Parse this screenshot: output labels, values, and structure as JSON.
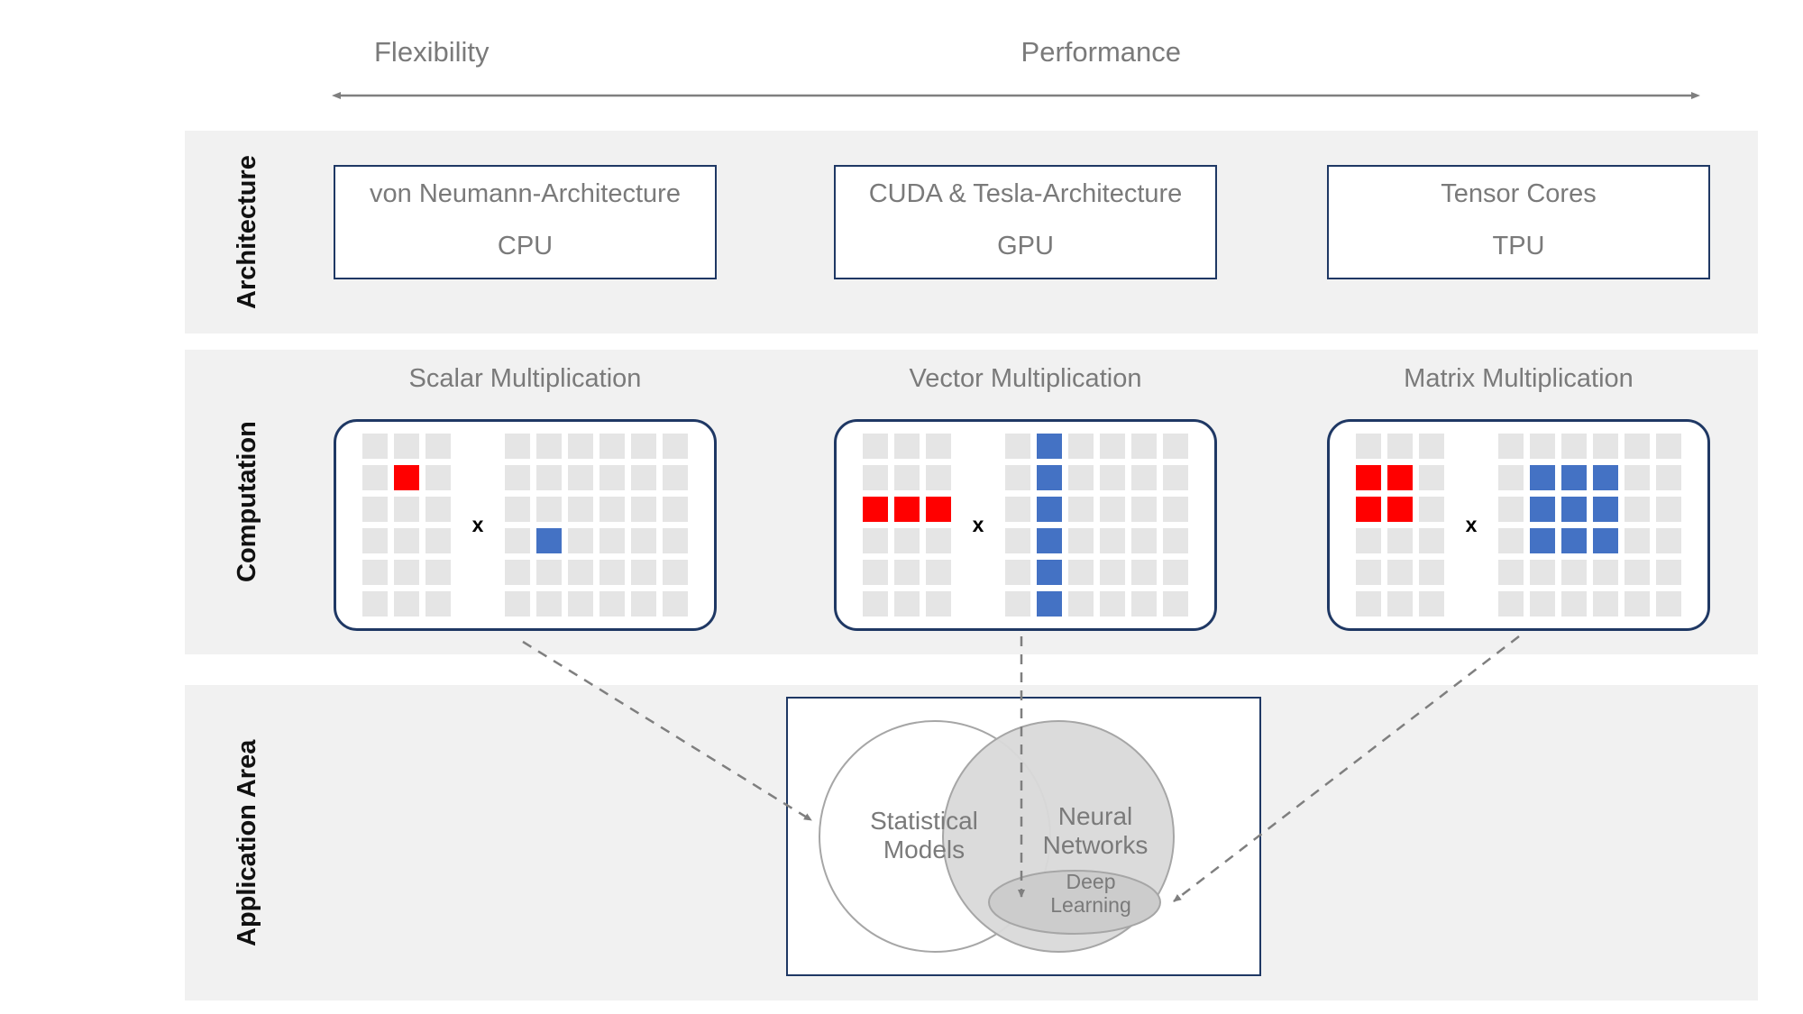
{
  "axis": {
    "left_label": "Flexibility",
    "right_label": "Performance",
    "arrow_color": "#7f7f7f"
  },
  "rows": [
    {
      "title": "Architecture"
    },
    {
      "title": "Computation"
    },
    {
      "title": "Application Area"
    }
  ],
  "architecture": {
    "boxes": [
      {
        "technology": "von Neumann-Architecture",
        "chip": "CPU"
      },
      {
        "technology": "CUDA & Tesla-Architecture",
        "chip": "GPU"
      },
      {
        "technology": "Tensor Cores",
        "chip": "TPU"
      }
    ]
  },
  "computation": {
    "multiply_symbol": "x",
    "panels": [
      {
        "title": "Scalar Multiplication",
        "left_grid": {
          "cols": 3,
          "rows": 6,
          "highlight_color": "#ff0000",
          "highlighted_cells": [
            [
              1,
              1
            ]
          ]
        },
        "right_grid": {
          "cols": 6,
          "rows": 6,
          "highlight_color": "#4472c4",
          "highlighted_cells": [
            [
              3,
              1
            ]
          ]
        }
      },
      {
        "title": "Vector Multiplication",
        "left_grid": {
          "cols": 3,
          "rows": 6,
          "highlight_color": "#ff0000",
          "highlighted_cells": [
            [
              2,
              0
            ],
            [
              2,
              1
            ],
            [
              2,
              2
            ]
          ]
        },
        "right_grid": {
          "cols": 6,
          "rows": 6,
          "highlight_color": "#4472c4",
          "highlighted_cells": [
            [
              0,
              1
            ],
            [
              1,
              1
            ],
            [
              2,
              1
            ],
            [
              3,
              1
            ],
            [
              4,
              1
            ],
            [
              5,
              1
            ]
          ]
        }
      },
      {
        "title": "Matrix Multiplication",
        "left_grid": {
          "cols": 3,
          "rows": 6,
          "highlight_color": "#ff0000",
          "highlighted_cells": [
            [
              1,
              0
            ],
            [
              1,
              1
            ],
            [
              2,
              0
            ],
            [
              2,
              1
            ]
          ]
        },
        "right_grid": {
          "cols": 6,
          "rows": 6,
          "highlight_color": "#4472c4",
          "highlighted_cells": [
            [
              1,
              1
            ],
            [
              1,
              2
            ],
            [
              1,
              3
            ],
            [
              2,
              1
            ],
            [
              2,
              2
            ],
            [
              2,
              3
            ],
            [
              3,
              1
            ],
            [
              3,
              2
            ],
            [
              3,
              3
            ]
          ]
        }
      }
    ]
  },
  "application_area": {
    "venn": {
      "left_circle_label": "Statistical\nModels",
      "right_circle_label": "Neural\nNetworks",
      "inner_ellipse_label": "Deep\nLearning",
      "left_fill": "none",
      "right_fill": "#d9d9d9",
      "inner_fill": "#cccccc",
      "stroke": "#a6a6a6"
    }
  },
  "colors": {
    "band_background": "#f1f1f1",
    "box_border": "#1f3864",
    "grid_cell": "#e5e5e5",
    "red": "#ff0000",
    "blue": "#4472c4",
    "text_gray": "#7a7a7a",
    "connector": "#7f7f7f"
  }
}
